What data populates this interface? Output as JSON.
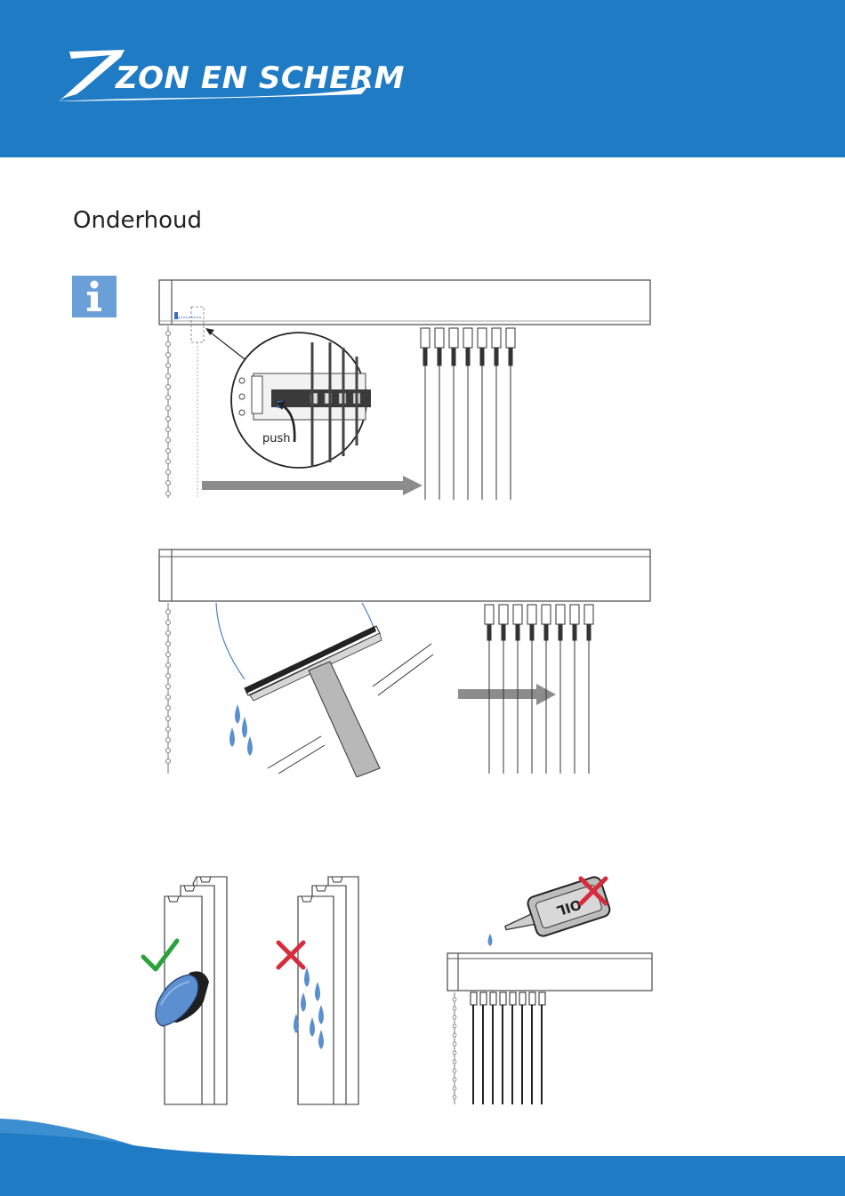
{
  "header": {
    "brand": "ZON EN SCHERM",
    "color": "#1f7bc4"
  },
  "page": {
    "title": "Onderhoud"
  },
  "figures": {
    "push_label": "push",
    "oil_label": "OIL"
  },
  "icons": {
    "info": "info-icon",
    "check": "check-icon",
    "cross": "cross-icon",
    "arrow": "arrow-right-icon"
  },
  "colors": {
    "accent_blue": "#1f7bc4",
    "info_blue": "#6b9fd8",
    "water_blue": "#5a8fcf",
    "ok_green": "#2aa13b",
    "no_red": "#d62c3b"
  }
}
